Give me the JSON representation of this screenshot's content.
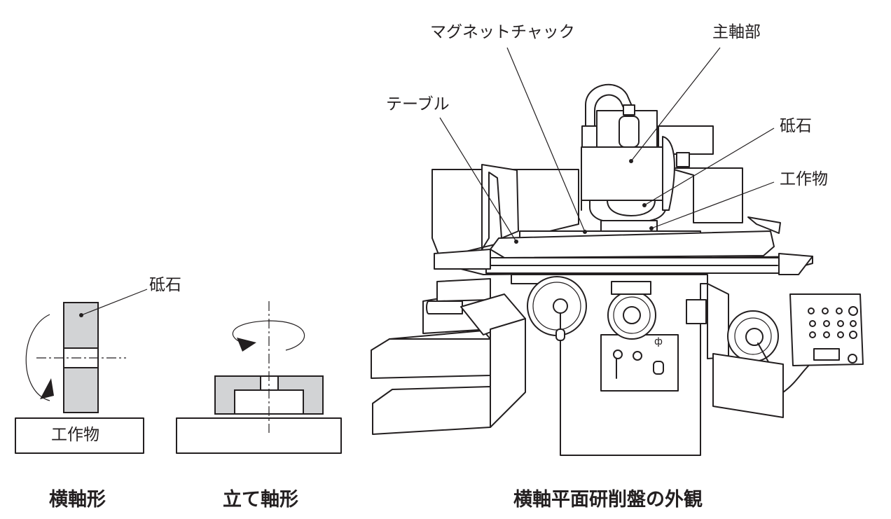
{
  "figure": {
    "horizontal_diagram": {
      "wheel_label": "砥石",
      "work_label": "工作物",
      "caption": "横軸形"
    },
    "vertical_diagram": {
      "caption": "立て軸形"
    },
    "machine": {
      "labels": {
        "magnet_chuck": "マグネットチャック",
        "spindle_head": "主軸部",
        "table": "テーブル",
        "wheel": "砥石",
        "workpiece": "工作物"
      },
      "caption": "横軸平面研削盤の外観"
    }
  },
  "colors": {
    "line": "#231f20",
    "wheel_fill": "#d2d3d5",
    "background": "#ffffff"
  }
}
